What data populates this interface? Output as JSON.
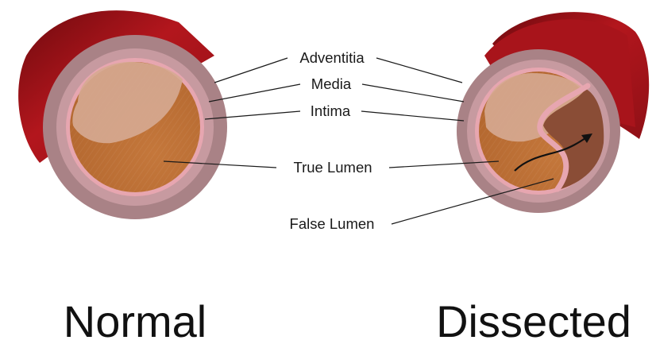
{
  "labels": {
    "adventitia": "Adventitia",
    "media": "Media",
    "intima": "Intima",
    "true_lumen": "True Lumen",
    "false_lumen": "False Lumen"
  },
  "captions": {
    "normal": "Normal",
    "dissected": "Dissected"
  },
  "colors": {
    "vessel_outer": "#b3161d",
    "vessel_shadow": "#6e0a0e",
    "adventitia": "#a98286",
    "media": "#c79aa0",
    "intima": "#e7a6b0",
    "lumen": "#c0743a",
    "lumen_highlight": "#d6aa92",
    "false_lumen": "#8a4d36"
  }
}
